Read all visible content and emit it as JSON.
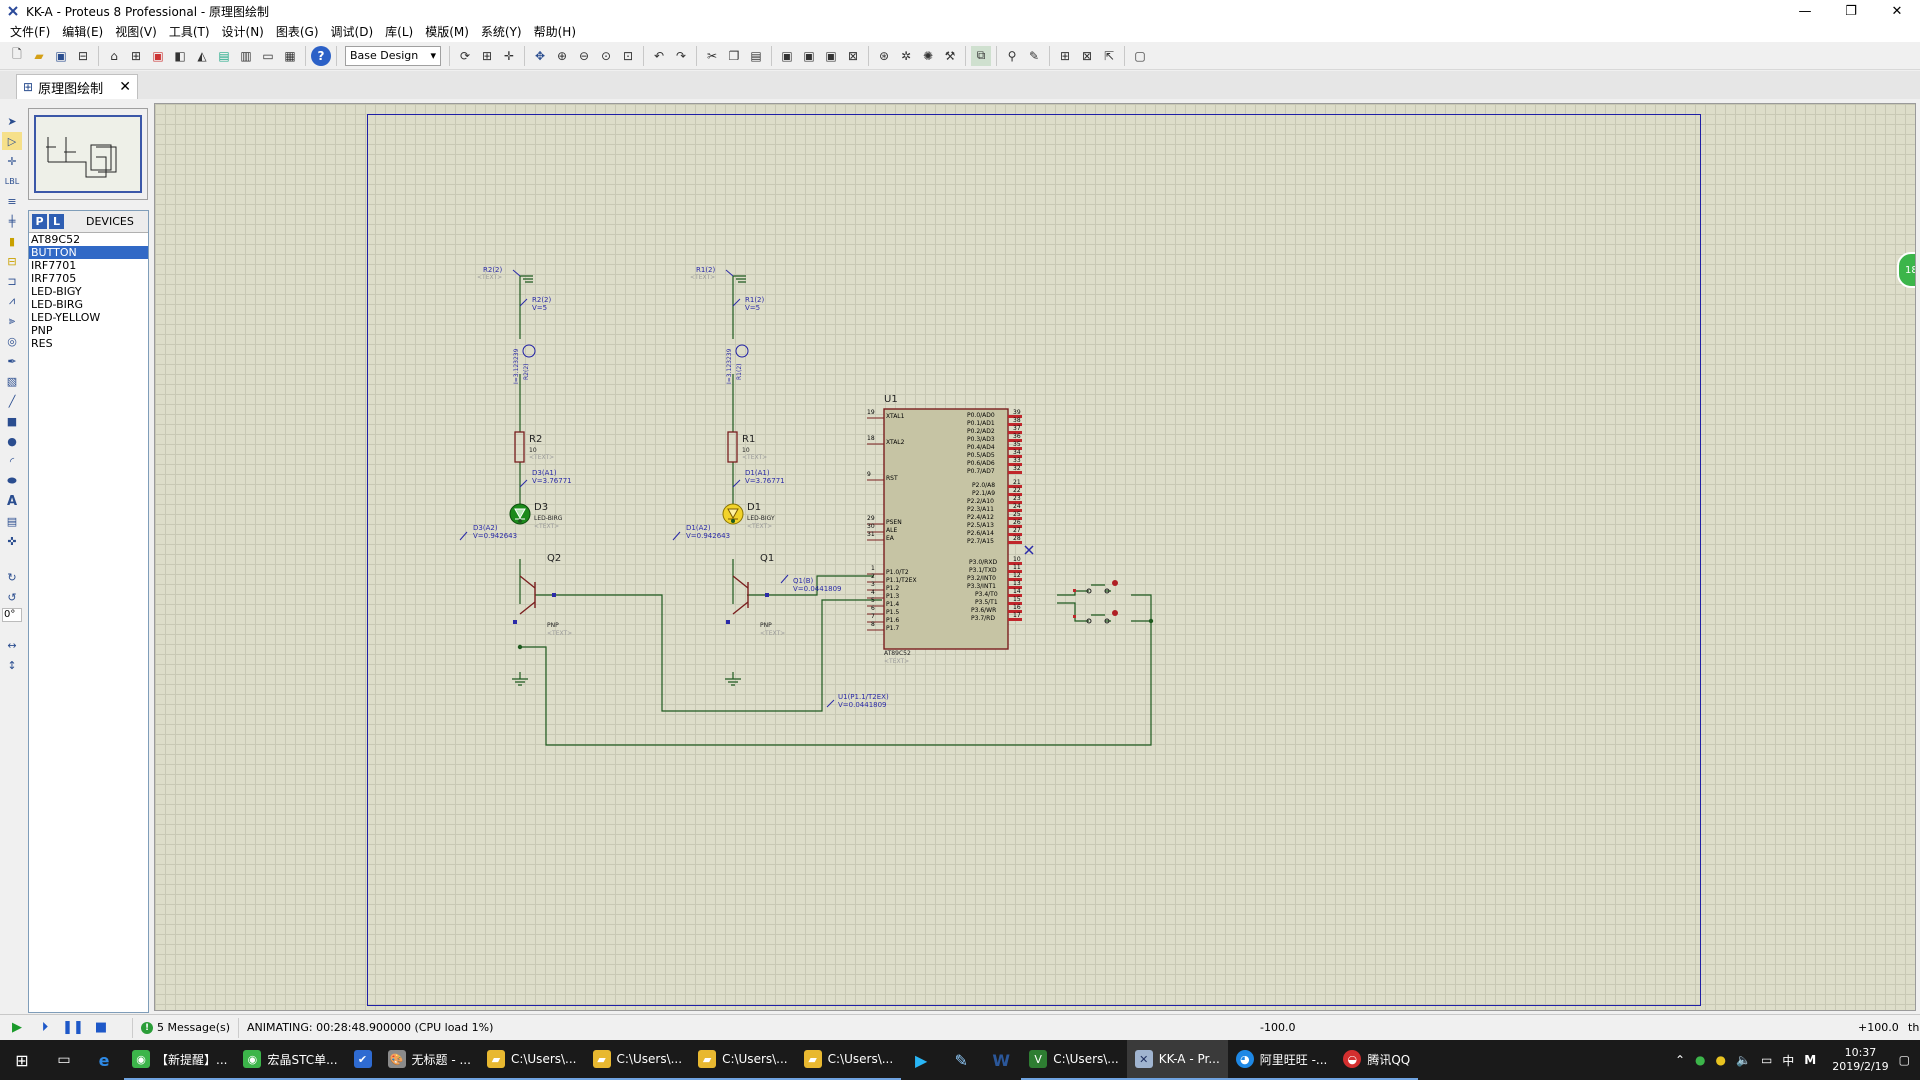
{
  "window": {
    "title": "KK-A - Proteus 8 Professional - 原理图绘制",
    "controls": [
      "—",
      "❐",
      "✕"
    ]
  },
  "menu": [
    "文件(F)",
    "编辑(E)",
    "视图(V)",
    "工具(T)",
    "设计(N)",
    "图表(G)",
    "调试(D)",
    "库(L)",
    "模版(M)",
    "系统(Y)",
    "帮助(H)"
  ],
  "toolbar": {
    "design_select": "Base Design"
  },
  "tab": {
    "label": "原理图绘制",
    "close": "✕"
  },
  "mode_rotation": "0°",
  "devices": {
    "p_label": "P",
    "l_label": "L",
    "title": "DEVICES",
    "items": [
      "AT89C52",
      "BUTTON",
      "IRF7701",
      "IRF7705",
      "LED-BIGY",
      "LED-BIRG",
      "LED-YELLOW",
      "PNP",
      "RES"
    ],
    "selected_index": 1
  },
  "schematic": {
    "u1_ref": "U1",
    "u1_part": "AT89C52",
    "u1_text": "<TEXT>",
    "u1_left_pins": [
      {
        "num": "19",
        "name": "XTAL1"
      },
      {
        "num": "18",
        "name": "XTAL2"
      },
      {
        "num": "9",
        "name": "RST"
      },
      {
        "num": "29",
        "name": "PSEN"
      },
      {
        "num": "30",
        "name": "ALE"
      },
      {
        "num": "31",
        "name": "EA"
      },
      {
        "num": "1",
        "name": "P1.0/T2"
      },
      {
        "num": "2",
        "name": "P1.1/T2EX"
      },
      {
        "num": "3",
        "name": "P1.2"
      },
      {
        "num": "4",
        "name": "P1.3"
      },
      {
        "num": "5",
        "name": "P1.4"
      },
      {
        "num": "6",
        "name": "P1.5"
      },
      {
        "num": "7",
        "name": "P1.6"
      },
      {
        "num": "8",
        "name": "P1.7"
      }
    ],
    "u1_right_pins": [
      {
        "num": "39",
        "name": "P0.0/AD0"
      },
      {
        "num": "38",
        "name": "P0.1/AD1"
      },
      {
        "num": "37",
        "name": "P0.2/AD2"
      },
      {
        "num": "36",
        "name": "P0.3/AD3"
      },
      {
        "num": "35",
        "name": "P0.4/AD4"
      },
      {
        "num": "34",
        "name": "P0.5/AD5"
      },
      {
        "num": "33",
        "name": "P0.6/AD6"
      },
      {
        "num": "32",
        "name": "P0.7/AD7"
      },
      {
        "num": "21",
        "name": "P2.0/A8"
      },
      {
        "num": "22",
        "name": "P2.1/A9"
      },
      {
        "num": "23",
        "name": "P2.2/A10"
      },
      {
        "num": "24",
        "name": "P2.3/A11"
      },
      {
        "num": "25",
        "name": "P2.4/A12"
      },
      {
        "num": "26",
        "name": "P2.5/A13"
      },
      {
        "num": "27",
        "name": "P2.6/A14"
      },
      {
        "num": "28",
        "name": "P2.7/A15"
      },
      {
        "num": "10",
        "name": "P3.0/RXD"
      },
      {
        "num": "11",
        "name": "P3.1/TXD"
      },
      {
        "num": "12",
        "name": "P3.2/INT0"
      },
      {
        "num": "13",
        "name": "P3.3/INT1"
      },
      {
        "num": "14",
        "name": "P3.4/T0"
      },
      {
        "num": "15",
        "name": "P3.5/T1"
      },
      {
        "num": "16",
        "name": "P3.6/WR"
      },
      {
        "num": "17",
        "name": "P3.7/RD"
      }
    ],
    "r2": {
      "ref": "R2",
      "value": "10",
      "text": "<TEXT>"
    },
    "r1": {
      "ref": "R1",
      "value": "10",
      "text": "<TEXT>"
    },
    "d3": {
      "ref": "D3",
      "part": "LED-BIRG",
      "text": "<TEXT>"
    },
    "d1": {
      "ref": "D1",
      "part": "LED-BIGY",
      "text": "<TEXT>"
    },
    "q2": {
      "ref": "Q2",
      "part": "PNP",
      "text": "<TEXT>"
    },
    "q1": {
      "ref": "Q1",
      "part": "PNP",
      "text": "<TEXT>"
    },
    "probes": {
      "r2_top": "R2(2)",
      "r2_top_text": "<TEXT>",
      "r2_mid": "R2(2)",
      "r2_mid_v": "V=5",
      "r2_current": "I=3.123239",
      "r2_current_ref": "R2(2)",
      "r1_top": "R1(2)",
      "r1_top_text": "<TEXT>",
      "r1_mid": "R1(2)",
      "r1_mid_v": "V=5",
      "r1_current": "I=3.123239",
      "r1_current_ref": "R1(2)",
      "d3_a1": "D3(A1)",
      "d3_a1_v": "V=3.76771",
      "d3_a2": "D3(A2)",
      "d3_a2_v": "V=0.942643",
      "d1_a1": "D1(A1)",
      "d1_a1_v": "V=3.76771",
      "d1_a2": "D1(A2)",
      "d1_a2_v": "V=0.942643",
      "q1_b": "Q1(B)",
      "q1_b_v": "V=0.0441809",
      "u1_p11": "U1(P1.1/T2EX)",
      "u1_p11_v": "V=0.0441809"
    }
  },
  "status": {
    "messages": "5 Message(s)",
    "animating": "ANIMATING: 00:28:48.900000 (CPU load 1%)",
    "x": "-100.0",
    "y": "+100.0",
    "unit": "th"
  },
  "taskbar": {
    "items": [
      {
        "label": "【新提醒】...",
        "color": "#3cb54a"
      },
      {
        "label": "宏晶STC单...",
        "color": "#3cb54a"
      },
      {
        "label": "",
        "color": "#2f6bd1"
      },
      {
        "label": "无标题 - ...",
        "color": "#8a8a8a"
      },
      {
        "label": "C:\\Users\\...",
        "color": "#e8b830"
      },
      {
        "label": "C:\\Users\\...",
        "color": "#e8b830"
      },
      {
        "label": "C:\\Users\\...",
        "color": "#e8b830"
      },
      {
        "label": "C:\\Users\\...",
        "color": "#e8b830"
      },
      {
        "label": "C:\\Users\\...",
        "color": "#2e7d32"
      },
      {
        "label": "KK-A - Pr...",
        "color": "#a0b4d0"
      },
      {
        "label": "阿里旺旺 -...",
        "color": "#1e88e5"
      },
      {
        "label": "腾讯QQ",
        "color": "#d32f2f"
      }
    ],
    "ime": "中",
    "ime2": "M",
    "time": "10:37",
    "date": "2019/2/19"
  }
}
